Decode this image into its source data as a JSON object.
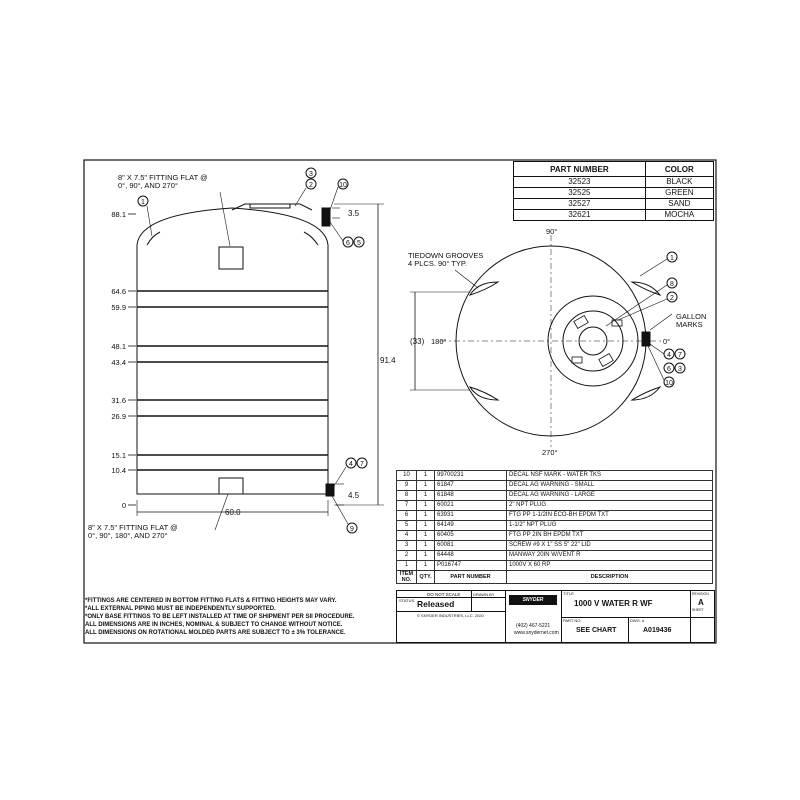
{
  "part_table": {
    "headers": [
      "PART NUMBER",
      "COLOR"
    ],
    "rows": [
      {
        "pn": "32523",
        "color": "BLACK"
      },
      {
        "pn": "32525",
        "color": "GREEN"
      },
      {
        "pn": "32527",
        "color": "SAND"
      },
      {
        "pn": "32621",
        "color": "MOCHA"
      }
    ]
  },
  "front_view": {
    "top_fitting_note": "8\" X 7.5\" FITTING FLAT @\n0°, 90°, AND 270°",
    "bottom_fitting_note": "8\" X 7.5\" FITTING FLAT @\n0°, 90°, 180°, AND 270°",
    "height_labels": [
      "88.1",
      "64.6",
      "59.9",
      "48.1",
      "43.4",
      "31.6",
      "26.9",
      "15.1",
      "10.4",
      "0"
    ],
    "overall_height": "91.4",
    "width": "60.0",
    "dim_top_right": "3.5",
    "dim_bottom_right": "4.5",
    "balloons": [
      "3",
      "2",
      "10",
      "1",
      "6",
      "5",
      "4",
      "7",
      "9"
    ]
  },
  "top_view": {
    "tiedown_note": "TIEDOWN GROOVES\n4 PLCS. 90° TYP.",
    "angle_top": "90°",
    "angle_left": "180°",
    "angle_right": "0°",
    "angle_bottom": "270°",
    "radius_dim": "(33)",
    "gallon_marks": "GALLON\nMARKS",
    "balloons": [
      "1",
      "8",
      "2",
      "4",
      "7",
      "6",
      "3",
      "10"
    ]
  },
  "bom": {
    "rows": [
      {
        "item": "10",
        "qty": "1",
        "part": "99700231",
        "desc": "DECAL NSF MARK - WATER TKS"
      },
      {
        "item": "9",
        "qty": "1",
        "part": "61847",
        "desc": "DECAL AG WARNING - SMALL"
      },
      {
        "item": "8",
        "qty": "1",
        "part": "61848",
        "desc": "DECAL AG WARNING - LARGE"
      },
      {
        "item": "7",
        "qty": "1",
        "part": "60021",
        "desc": "2\" NPT PLUG"
      },
      {
        "item": "6",
        "qty": "1",
        "part": "63931",
        "desc": "FTG PP 1-1/2IN ECO-BH EPDM TXT"
      },
      {
        "item": "5",
        "qty": "1",
        "part": "64149",
        "desc": "1-1/2\" NPT PLUG"
      },
      {
        "item": "4",
        "qty": "1",
        "part": "60405",
        "desc": "FTG PP 2IN BH EPDM TXT"
      },
      {
        "item": "3",
        "qty": "1",
        "part": "60081",
        "desc": "SCREW #9 X 1\" SS 5\" 22\" LID"
      },
      {
        "item": "2",
        "qty": "1",
        "part": "64448",
        "desc": "MANWAY 20IN W/VENT R"
      },
      {
        "item": "1",
        "qty": "1",
        "part": "P016747",
        "desc": "1000V X 60 RP"
      }
    ],
    "header": {
      "item": "ITEM NO.",
      "qty": "QTY.",
      "part": "PART NUMBER",
      "desc": "DESCRIPTION"
    }
  },
  "title_block": {
    "do_not_scale": "DO NOT SCALE",
    "drawn_by": "DRAWN BY",
    "status_label": "STATUS",
    "status": "Released",
    "copyright": "© SNYDER INDUSTRIES, LLC. 2020",
    "company": "SNYDER INDUSTRIES",
    "phone": "(402) 467-5221",
    "website": "www.snydernet.com",
    "title_label": "TITLE",
    "title": "1000 V WATER R WF",
    "part_no_label": "PART NO.",
    "part_no": "SEE CHART",
    "dwg_label": "DWG. #",
    "dwg_no": "A019436",
    "revision_label": "REVISION",
    "revision": "A",
    "sheet_label": "SHEET"
  },
  "notes": [
    "*FITTINGS ARE CENTERED IN BOTTOM FITTING FLATS & FITTING HEIGHTS MAY VARY.",
    "*ALL EXTERNAL PIPING MUST BE INDEPENDENTLY SUPPORTED.",
    "*ONLY BASE FITTINGS TO BE LEFT INSTALLED AT TIME OF SHIPMENT PER SII PROCEDURE.",
    "ALL DIMENSIONS ARE IN INCHES, NOMINAL & SUBJECT TO CHANGE WITHOUT NOTICE.",
    "ALL DIMENSIONS ON ROTATIONAL MOLDED PARTS ARE SUBJECT TO ± 3% TOLERANCE."
  ]
}
